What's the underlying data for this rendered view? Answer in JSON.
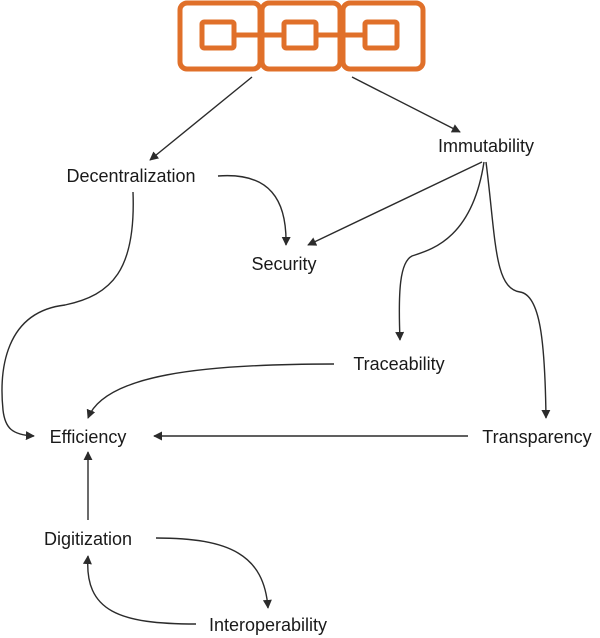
{
  "colors": {
    "chain": "#e0702a",
    "edge": "#2b2b2b",
    "text": "#1a1a1a"
  },
  "logo": {
    "icon": "blockchain-chain-icon"
  },
  "nodes": {
    "decentralization": "Decentralization",
    "immutability": "Immutability",
    "security": "Security",
    "traceability": "Traceability",
    "efficiency": "Efficiency",
    "transparency": "Transparency",
    "digitization": "Digitization",
    "interoperability": "Interoperability"
  },
  "edges": [
    {
      "from": "blockchain",
      "to": "decentralization"
    },
    {
      "from": "blockchain",
      "to": "immutability"
    },
    {
      "from": "decentralization",
      "to": "security"
    },
    {
      "from": "immutability",
      "to": "security"
    },
    {
      "from": "immutability",
      "to": "traceability"
    },
    {
      "from": "immutability",
      "to": "transparency"
    },
    {
      "from": "decentralization",
      "to": "efficiency"
    },
    {
      "from": "traceability",
      "to": "efficiency"
    },
    {
      "from": "transparency",
      "to": "efficiency"
    },
    {
      "from": "digitization",
      "to": "efficiency"
    },
    {
      "from": "digitization",
      "to": "interoperability"
    },
    {
      "from": "interoperability",
      "to": "digitization"
    }
  ]
}
